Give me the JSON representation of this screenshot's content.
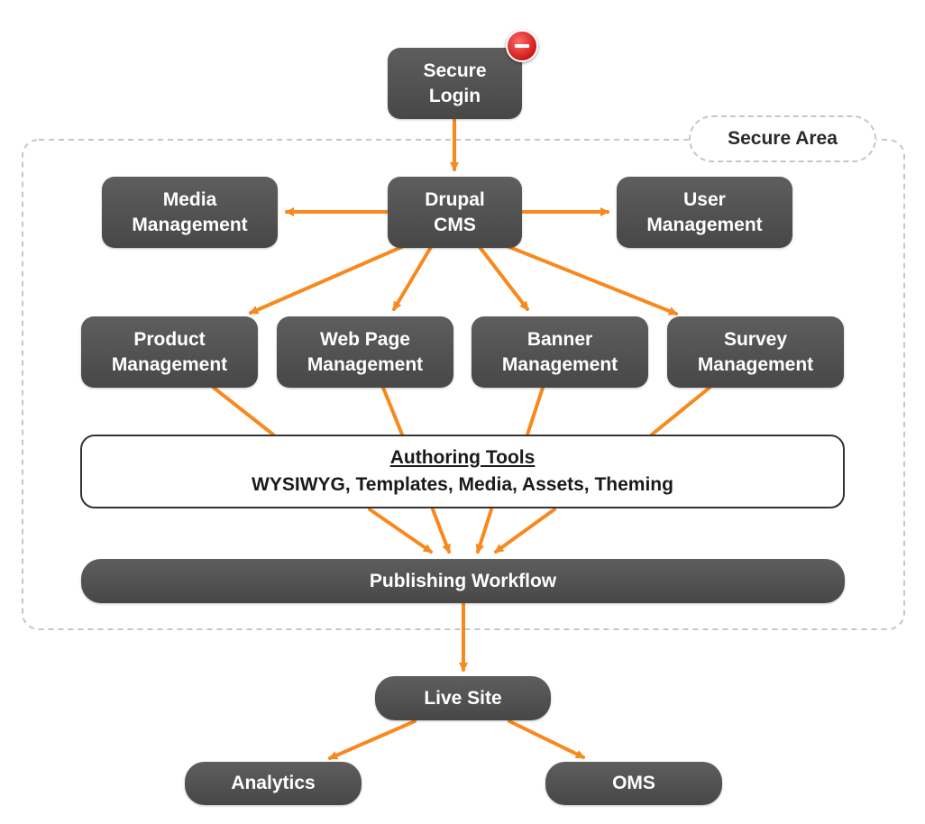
{
  "diagram": {
    "secure_area_label": "Secure Area",
    "colors": {
      "node": "#4f4f4f",
      "arrow": "#f7891d",
      "dashed_border": "#c6c6c6"
    },
    "nodes": {
      "secure_login": [
        "Secure",
        "Login"
      ],
      "drupal_cms": [
        "Drupal",
        "CMS"
      ],
      "media_management": [
        "Media",
        "Management"
      ],
      "user_management": [
        "User",
        "Management"
      ],
      "product_management": [
        "Product",
        "Management"
      ],
      "web_page_management": [
        "Web Page",
        "Management"
      ],
      "banner_management": [
        "Banner",
        "Management"
      ],
      "survey_management": [
        "Survey",
        "Management"
      ],
      "publishing_workflow": "Publishing Workflow",
      "live_site": "Live Site",
      "analytics": "Analytics",
      "oms": "OMS"
    },
    "authoring_tools": {
      "title": "Authoring Tools",
      "subtitle": "WYSIWYG, Templates, Media, Assets, Theming"
    },
    "login_badge_icon": "stop-minus-icon"
  }
}
